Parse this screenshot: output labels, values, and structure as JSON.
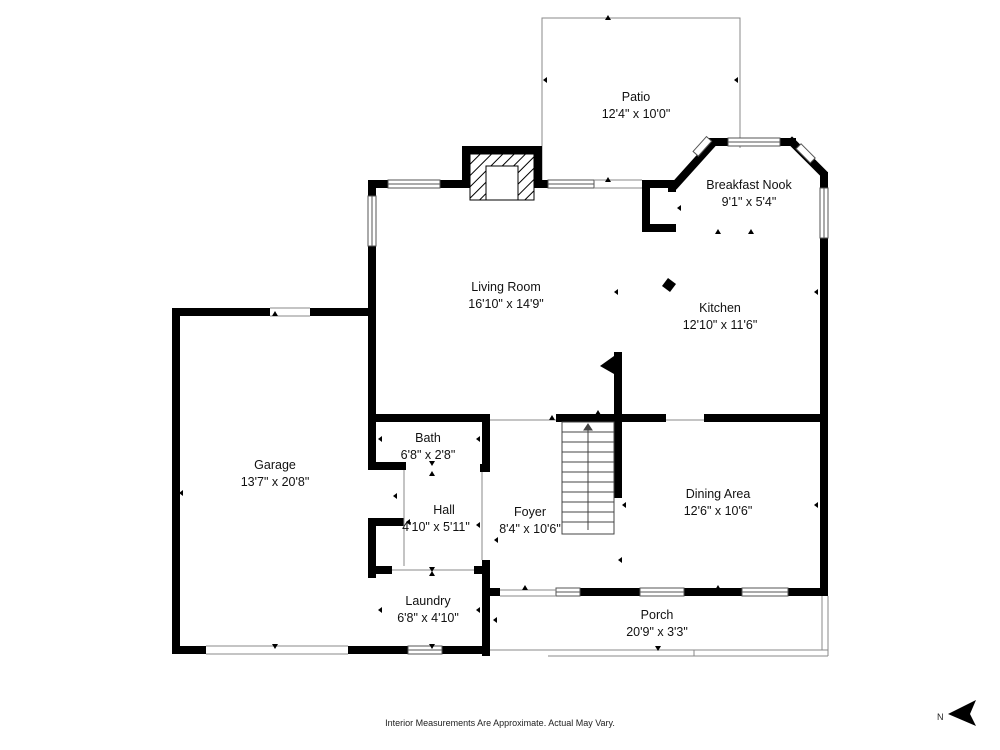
{
  "rooms": {
    "patio": {
      "name": "Patio",
      "dims": "12'4\" x 10'0\""
    },
    "breakfast_nook": {
      "name": "Breakfast Nook",
      "dims": "9'1\" x 5'4\""
    },
    "living_room": {
      "name": "Living Room",
      "dims": "16'10\" x 14'9\""
    },
    "kitchen": {
      "name": "Kitchen",
      "dims": "12'10\" x 11'6\""
    },
    "garage": {
      "name": "Garage",
      "dims": "13'7\" x 20'8\""
    },
    "bath": {
      "name": "Bath",
      "dims": "6'8\" x 2'8\""
    },
    "hall": {
      "name": "Hall",
      "dims": "4'10\" x 5'11\""
    },
    "foyer": {
      "name": "Foyer",
      "dims": "8'4\" x 10'6\""
    },
    "dining_area": {
      "name": "Dining Area",
      "dims": "12'6\" x 10'6\""
    },
    "laundry": {
      "name": "Laundry",
      "dims": "6'8\" x 4'10\""
    },
    "porch": {
      "name": "Porch",
      "dims": "20'9\" x 3'3\""
    }
  },
  "footer": {
    "disclaimer": "Interior Measurements Are Approximate. Actual May Vary."
  },
  "compass": {
    "label": "N"
  },
  "colors": {
    "wall": "#000000",
    "thin_line": "#777777",
    "window": "#555555",
    "background": "#ffffff"
  }
}
